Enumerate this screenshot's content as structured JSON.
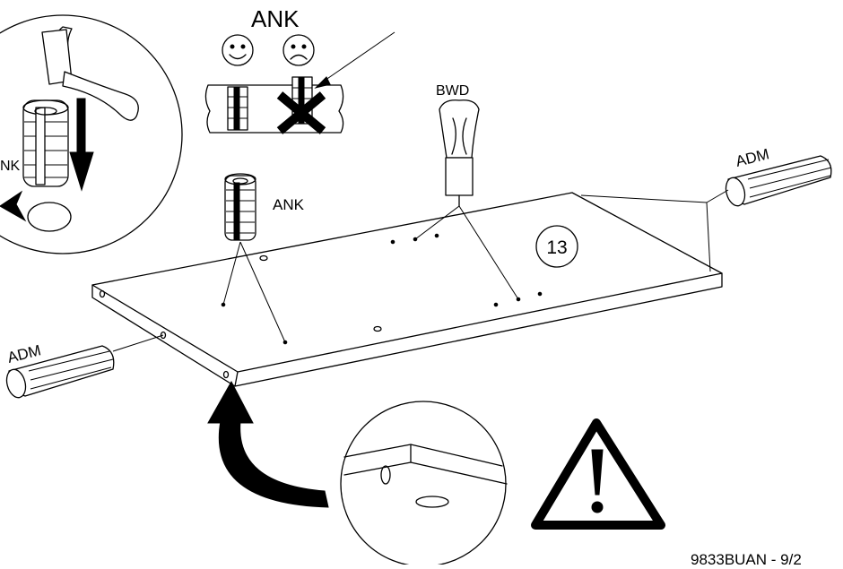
{
  "figure": {
    "step_number": "13",
    "labels": {
      "ank_top": "ANK",
      "ank_part": "ANK",
      "ank_inset_cut": "NK",
      "bwd": "BWD",
      "adm_left": "ADM",
      "adm_right": "ADM",
      "footer": "9833BUAN - 9/2"
    },
    "icons": {
      "happy_face": "smiley-face",
      "sad_face": "frowning-face",
      "warning": "warning-triangle",
      "hammer": "hammer",
      "arrow": "curved-arrow"
    },
    "colors": {
      "ink": "#000000",
      "paper": "#ffffff"
    }
  }
}
